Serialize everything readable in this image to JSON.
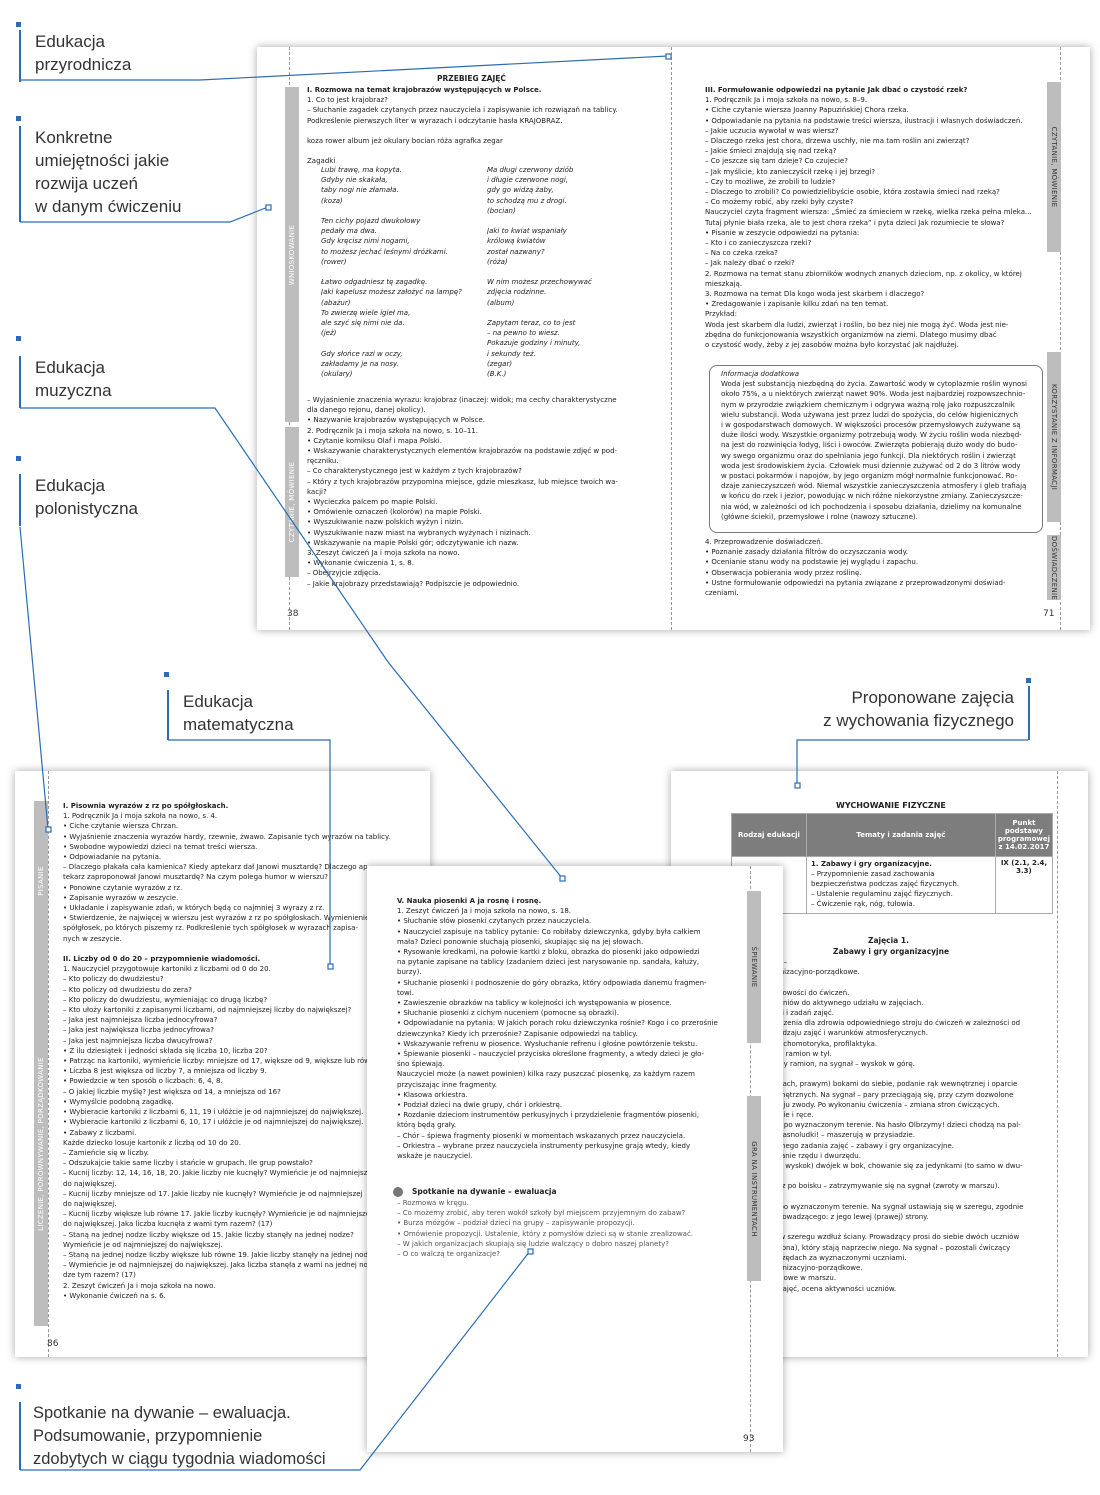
{
  "callouts": {
    "przyrodnicza": [
      "Edukacja",
      "przyrodnicza"
    ],
    "umiejetnosci": [
      "Konkretne",
      "umiejętności jakie",
      "rozwija uczeń",
      "w danym ćwiczeniu"
    ],
    "muzyczna": [
      "Edukacja",
      "muzyczna"
    ],
    "polonistyczna": [
      "Edukacja",
      "polonistyczna"
    ],
    "matematyczna": [
      "Edukacja",
      "matematyczna"
    ],
    "fizyczne": [
      "Proponowane zajęcia",
      "z wychowania fizycznego"
    ],
    "dywan": [
      "Spotkanie na dywanie – ewaluacja.",
      "Podsumowanie, przypomnienie",
      "zdobytych w ciągu tygodnia wiadomości"
    ]
  },
  "page38": {
    "header": "PRZEBIEG ZAJĘĆ",
    "number": "38",
    "tabs": [
      "WNIOSKOWANIE",
      "CZYTANIE, MÓWIENIE"
    ],
    "lines_top": [
      "I.   Rozmowa na temat krajobrazów występujących w Polsce.",
      "1.  Co to jest krajobraz?",
      "–   Słuchanie zagadek czytanych przez nauczyciela i zapisywanie ich rozwiązań na tablicy.",
      "     Podkreślenie pierwszych liter w wyrazach i odczytanie hasła KRAJOBRAZ.",
      "",
      "             koza rower album jeż okulary bocian róża agrafka zegar",
      "",
      "                                  Zagadki"
    ],
    "riddles_left": [
      "Lubi trawę, ma kopyta.",
      "Gdyby nie skakała,",
      "taby nogi nie złamała.",
      "                 (koza)",
      "",
      "Ten cichy pojazd dwukołowy",
      "pedały ma dwa.",
      "Gdy kręcisz nimi nogami,",
      "to możesz jechać leśnymi dróżkami.",
      "                              (rower)",
      "",
      "Łatwo odgadniesz tę zagadkę.",
      "Jaki kapelusz możesz założyć na lampę?",
      "                                  (abażur)",
      "To zwierzę wiele igieł ma,",
      "ale szyć się nimi nie da.",
      "                        (jeż)",
      "",
      "Gdy słońce razi w oczy,",
      "zakładamy je na nosy.",
      "                   (okulary)"
    ],
    "riddles_right": [
      "Ma długi czerwony dziób",
      "i długie czerwone nogi,",
      "gdy go widzą żaby,",
      "to schodzą mu z drogi.",
      "                              (bocian)",
      "",
      "Jaki to kwiat wspaniały",
      "królową kwiatów",
      "został nazwany?",
      "                              (róża)",
      "",
      "W nim możesz przechowywać",
      "zdjęcia rodzinne.",
      "                              (album)",
      "",
      "Zapytam teraz, co to jest",
      "   – na pewno to wiesz.",
      "Pokazuje godziny i minuty,",
      "i sekundy też.",
      "                       (zegar)",
      "                                          (B.K.)"
    ],
    "lines_bottom": [
      "–   Wyjaśnienie znaczenia wyrazu: krajobraz (inaczej: widok; ma cechy charakterystyczne",
      "     dla danego rejonu, danej okolicy).",
      "•   Nazywanie krajobrazów występujących w Polsce.",
      "2.  Podręcznik Ja i moja szkoła na nowo, s. 10–11.",
      "•   Czytanie komiksu Olaf i mapa Polski.",
      "•   Wskazywanie charakterystycznych elementów krajobrazów na podstawie zdjęć w pod-",
      "     ręczniku.",
      "–   Co charakterystycznego jest w każdym z tych krajobrazów?",
      "–   Który z tych krajobrazów przypomina miejsce, gdzie mieszkasz, lub miejsce twoich wa-",
      "     kacji?",
      "•   Wycieczka palcem po mapie Polski.",
      "•   Omówienie oznaczeń (kolorów) na mapie Polski.",
      "•   Wyszukiwanie nazw polskich wyżyn i nizin.",
      "•   Wyszukiwanie nazw miast na wybranych wyżynach i nizinach.",
      "•   Wskazywanie na mapie Polski gór; odczytywanie ich nazw.",
      "3.  Zeszyt ćwiczeń Ja i moja szkoła na nowo.",
      "•   Wykonanie ćwiczenia 1, s. 8.",
      "–   Obejrzyjcie zdjęcia.",
      "–   Jakie krajobrazy przedstawiają? Podpiszcie je odpowiednio."
    ]
  },
  "page71": {
    "number": "71",
    "tabs": [
      "CZYTANIE, MÓWIENIE",
      "KORZYSTANIE Z INFORMACJI",
      "DOŚWIADCZENIE"
    ],
    "lines_top": [
      "III.  Formułowanie odpowiedzi na pytanie Jak dbać o czystość rzek?",
      "1.  Podręcznik Ja i moja szkoła na nowo, s. 8–9.",
      "•   Ciche czytanie wiersza Joanny Papuzińskiej Chora rzeka.",
      "•   Odpowiadanie na pytania na podstawie treści wiersza, ilustracji i własnych doświadczeń.",
      "–   Jakie uczucia wywołał w was wiersz?",
      "–   Dlaczego rzeka jest chora, drzewa uschły, nie ma tam roślin ani zwierząt?",
      "–   Jakie śmieci znajdują się nad rzeką?",
      "–   Co jeszcze się tam dzieje? Co czujecie?",
      "–   Jak myślicie, kto zanieczyścił rzekę i jej brzegi?",
      "–   Czy to możliwe, że zrobili to ludzie?",
      "–   Dlaczego to zrobili? Co powiedzielibyście osobie, która zostawia śmieci nad rzeką?",
      "–   Co możemy robić, aby rzeki były czyste?",
      "     Nauczyciel czyta fragment wiersza: „Śmieć za śmieciem w rzekę, wielka rzeka pełna mleka...",
      "     Tutaj płynie biała rzeka, ale to jest chora rzeka” i pyta dzieci Jak rozumiecie te słowa?",
      "•   Pisanie w zeszycie odpowiedzi na pytania:",
      "–   Kto i co zanieczyszcza rzeki?",
      "–   Na co czeka rzeka?",
      "–   Jak należy dbać o rzeki?",
      "2.  Rozmowa na temat stanu zbiorników wodnych znanych dzieciom, np. z okolicy, w której",
      "     mieszkają.",
      "3.  Rozmowa na temat Dla kogo woda jest skarbem i dlaczego?",
      "•   Zredagowanie i zapisanie kilku zdań na ten temat.",
      "     Przykład:",
      "     Woda jest skarbem dla ludzi, zwierząt i roślin, bo bez niej nie mogą żyć. Woda jest nie-",
      "     zbędna do funkcjonowania wszystkich organizmów na ziemi. Dlatego musimy dbać",
      "     o czystość wody, żeby z jej zasobów można było korzystać jak najdłużej."
    ],
    "info_box": [
      "Informacja dodatkowa",
      "Woda jest substancją niezbędną do życia. Zawartość wody w cytoplazmie roślin wynosi",
      "około 75%, a u niektórych zwierząt nawet 90%. Woda jest najbardziej rozpowszechnio-",
      "nym w przyrodzie związkiem chemicznym i odgrywa ważną rolę jako rozpuszczalnik",
      "wielu substancji. Woda używana jest przez ludzi do spożycia, do celów higienicznych",
      "i w gospodarstwach domowych. W większości procesów przemysłowych zużywane są",
      "duże ilości wody. Wszystkie organizmy potrzebują wody. W życiu roślin woda niezbęd-",
      "na jest do rozwinięcia łodyg, liści i owoców. Zwierzęta pobierają dużo wody do budo-",
      "wy swego organizmu oraz do spełniania jego funkcji. Dla niektórych roślin i zwierząt",
      "woda jest środowiskiem życia. Człowiek musi dziennie zużywać od 2 do 3 litrów wody",
      "w postaci pokarmów i napojów, by jego organizm mógł normalnie funkcjonować. Ro-",
      "dzaje zanieczyszczeń wód. Niemal wszystkie zanieczyszczenia atmosfery i gleb trafiają",
      "w końcu do rzek i jezior, powodując w nich różne niekorzystne zmiany. Zanieczyszcze-",
      "nia wód, w zależności od ich pochodzenia i sposobu działania, dzielimy na komunalne",
      "(główne ścieki), przemysłowe i rolne (nawozy sztuczne)."
    ],
    "lines_bottom": [
      "4.  Przeprowadzenie doświadczeń.",
      "•   Poznanie zasady działania filtrów do oczyszczania wody.",
      "•   Ocenianie stanu wody na podstawie jej wyglądu i zapachu.",
      "•   Obserwacja pobierania wody przez roślinę.",
      "•   Ustne formułowanie odpowiedzi na pytania związane z przeprowadzonymi doświad-",
      "     czeniami."
    ]
  },
  "page86": {
    "number": "86",
    "tabs": [
      "PISANIE",
      "LICZENIE, PORÓWNYWANIE, PORZĄDKOWANIE"
    ],
    "lines": [
      "I.   Pisownia wyrazów z rz po spółgłoskach.",
      "1.  Podręcznik Ja i moja szkoła na nowo, s. 4.",
      "•   Ciche czytanie wiersza Chrzan.",
      "•   Wyjaśnienie znaczenia wyrazów hardy, rzewnie, żwawo. Zapisanie tych wyrazów na tablicy.",
      "•   Swobodne wypowiedzi dzieci na temat treści wiersza.",
      "•   Odpowiadanie na pytania.",
      "–   Dlaczego płakała cała kamienica? Kiedy aptekarz dał Janowi musztardę? Dlaczego ap-",
      "     tekarz zaproponował Janowi musztardę? Na czym polega humor w wierszu?",
      "•   Ponowne czytanie wyrazów z rz.",
      "•   Zapisanie wyrazów w zeszycie.",
      "•   Układanie i zapisywanie zdań, w których będą co najmniej 3 wyrazy z rz.",
      "•   Stwierdzenie, że najwięcej w wierszu jest wyrazów z rz po spółgłoskach. Wymienienie",
      "     spółgłosek, po których piszemy rz. Podkreślenie tych spółgłosek w wyrazach zapisa-",
      "     nych w zeszycie.",
      "",
      "II.  Liczby od 0 do 20 – przypomnienie wiadomości.",
      "1.  Nauczyciel przygotowuje kartoniki z liczbami od 0 do 20.",
      "–   Kto policzy do dwudziestu?",
      "–   Kto policzy od dwudziestu do zera?",
      "–   Kto policzy do dwudziestu, wymieniając co drugą liczbę?",
      "–   Kto ułoży kartoniki z zapisanymi liczbami, od najmniejszej liczby do największej?",
      "–   Jaka jest najmniejsza liczba jednocyfrowa?",
      "–   Jaka jest największa liczba jednocyfrowa?",
      "–   Jaka jest najmniejsza liczba dwucyfrowa?",
      "•   Z ilu dziesiątek i jedności składa się liczba 10, liczba 20?",
      "•   Patrząc na kartoniki, wymieńcie liczby: mniejsze od 17, większe od 9, większe lub równe 11.",
      "•   Liczba 8 jest większa od liczby 7, a mniejsza od liczby 9.",
      "•   Powiedzcie w ten sposób o liczbach: 6, 4, 8.",
      "–   O jakiej liczbie myślę? Jest większa od 14, a mniejsza od 16?",
      "•   Wymyślcie podobną zagadkę.",
      "•   Wybieracie kartoniki z liczbami 6, 11, 19 i ułóżcie je od najmniejszej do największej.",
      "•   Wybieracie kartoniki z liczbami 6, 10, 17 i ułóżcie je od najmniejszej do największej.",
      "•   Zabawy z liczbami.",
      "     Każde dziecko losuje kartonik z liczbą od 10 do 20.",
      "–   Zamieńcie się w liczby.",
      "–   Odszukajcie takie same liczby i stańcie w grupach. Ile grup powstało?",
      "–   Kucnij liczby: 12, 14, 16, 18, 20. Jakie liczby nie kucnęły? Wymieńcie je od najmniejszej",
      "     do największej.",
      "–   Kucnij liczby mniejsze od 17. Jakie liczby nie kucnęły? Wymieńcie je od najmniejszej",
      "     do największej.",
      "–   Kucnij liczby większe lub równe 17. Jakie liczby kucnęły? Wymieńcie je od najmniejszej",
      "     do największej. Jaka liczba kucnęła z wami tym razem? (17)",
      "–   Staną na jednej nodze liczby większe od 15. Jakie liczby stanęły na jednej nodze?",
      "     Wymieńcie je od najmniejszej do największej.",
      "–   Staną na jednej nodze liczby większe lub równe 19. Jakie liczby stanęły na jednej nodze?",
      "–   Wymieńcie je od najmniejszej do największej. Jaka liczba stanęła z wami na jednej no-",
      "     dze tym razem? (17)",
      "2.  Zeszyt ćwiczeń Ja i moja szkoła na nowo.",
      "•   Wykonanie ćwiczeń na s. 6."
    ]
  },
  "pagePE": {
    "header": "WYCHOWANIE FIZYCZNE",
    "table_headers": [
      "Rodzaj edukacji",
      "Tematy i zadania zajęć",
      "Punkt podstawy programowej z 14.02.2017"
    ],
    "table_row": [
      "1.  Zabawy i gry organizacyjne.",
      "–   Przypomnienie zasad zachowania",
      "     bezpieczeństwa podczas zajęć fizycznych.",
      "–   Ustalenie regulaminu zajęć fizycznych.",
      "–   Ćwiczenie rąk, nóg, tułowia."
    ],
    "table_points": "IX (2.1, 2.4, 3.3)",
    "lesson_title": "Zajęcia 1.",
    "lesson_subtitle": "Zabawy i gry organizacyjne",
    "lines": [
      "dy: –",
      "ganizacyjno-porządkowe.",
      "",
      "gotowości do ćwiczeń.",
      "uczniów do aktywnego udziału w zajęciach.",
      "tyki i zadań zajęć.",
      "naczenia dla zdrowia odpowiedniego stroju do ćwiczeń w zależności od",
      ", rodzaju zajęć i warunków atmosferycznych.",
      "psychomotoryka, profilaktyka.",
      "chy ramion w tył.",
      "achy ramion, na sygnał – wyskok w górę.",
      "",
      "parach, prawym) bokami do siebie, podanie rąk wewnętrznej i oparcie",
      "ewnętrznych. Na sygnał – pary przeciągają się, przy czym dozwolone",
      "dzaju zwody. Po wykonaniu ćwiczenia – zmiana stron ćwiczących.",
      "zenie i ręce.",
      "ują po wyznaczonym terenie. Na hasło Olbrzymy! dzieci chodzą na pal-",
      "i Krasnoludki! – maszerują w przysiadzie.",
      "ównego zadania zajęć – zabawy i gry organizacyjne.",
      "owanie rzędu i dwurzędu.",
      "ie – wyskok) dwójek w bok, chowanie się za jedynkami (to samo w dwu-",
      "",
      "arsz po boisku – zatrzymywanie się na sygnał (zwroty w marszu).",
      "",
      "ją po wyznaczonym terenie. Na sygnał ustawiają się w szeregu, zgodnie",
      "i prowadzącego: z jego lewej (prawej) strony.",
      "",
      "ją w szeregu wzdłuż ściany. Prowadzący prosi do siebie dwóch uczniów",
      "imiona), który stają naprzeciw niego. Na sygnał – pozostali ćwiczący",
      "w rzędach za wyznaczonymi uczniami.",
      "rganizacyjno-porządkowe.",
      "echowe w marszu.",
      "w zajęć, ocena aktywności uczniów."
    ]
  },
  "page93": {
    "number": "93",
    "tabs": [
      "ŚPIEWANIE",
      "GRA NA INSTRUMENTACH"
    ],
    "lines": [
      "V.   Nauka piosenki A ja rosnę i rosnę.",
      "1.  Zeszyt ćwiczeń Ja i moja szkoła na nowo, s. 18.",
      "•   Słuchanie słów piosenki czytanych przez nauczyciela.",
      "•   Nauczyciel zapisuje na tablicy pytanie: Co robiłaby dziewczynka, gdyby była całkiem",
      "     mała? Dzieci ponownie słuchają piosenki, skupiając się na jej słowach.",
      "•   Rysowanie kredkami, na połowie kartki z bloku, obrazka do piosenki jako odpowiedzi",
      "     na pytanie zapisane na tablicy (zadaniem dzieci jest narysowanie np. sandała, kałuży,",
      "     burzy).",
      "•   Słuchanie piosenki i podnoszenie do góry obrazka, który odpowiada danemu fragmen-",
      "     towi.",
      "•   Zawieszenie obrazków na tablicy w kolejności ich występowania w piosence.",
      "•   Słuchanie piosenki z cichym nuceniem (pomocne są obrazki).",
      "•   Odpowiadanie na pytania: W jakich porach roku dziewczynka rośnie? Kogo i co przerośnie",
      "     dziewczynka? Kiedy ich przerośnie? Zapisanie odpowiedzi na tablicy.",
      "•   Wskazywanie refrenu w piosence. Wysłuchanie refrenu i głośne powtórzenie tekstu.",
      "•   Śpiewanie piosenki – nauczyciel przyciska określone fragmenty, a wtedy dzieci je gło-",
      "     śno śpiewają.",
      "     Nauczyciel może (a nawet powinien) kilka razy puszczać piosenkę, za każdym razem",
      "     przyciszając inne fragmenty.",
      "•   Klasowa orkiestra.",
      "•   Podział dzieci na dwie grupy, chór i orkiestrę.",
      "•   Rozdanie dzieciom instrumentów perkusyjnych i przydzielenie fragmentów piosenki,",
      "     którą będą grały.",
      "–   Chór – śpiewa fragmenty piosenki w momentach wskazanych przez nauczyciela.",
      "–   Orkiestra – wybrane przez nauczyciela instrumenty perkusyjne grają wtedy, kiedy",
      "     wskaże je nauczyciel."
    ],
    "meeting_title": "Spotkanie na dywanie – ewaluacja",
    "meeting_lines": [
      "–   Rozmowa w kręgu.",
      "–   Co możemy zrobić, aby teren wokół szkoły był miejscem przyjemnym do zabaw?",
      "•   Burza mózgów – podział dzieci na grupy – zapisywanie propozycji.",
      "•   Omówienie propozycji. Ustalenie, który z pomysłów dzieci są w stanie zrealizować.",
      "–   W jakich organizacjach skupiają się ludzie walczący o dobro naszej planety?",
      "–   O co walczą te organizacje?"
    ]
  }
}
